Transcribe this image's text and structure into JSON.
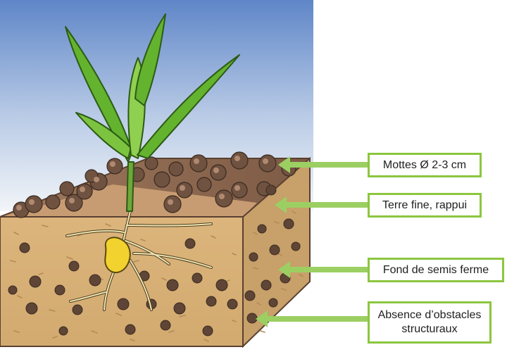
{
  "labels": {
    "mottes": "Mottes Ø 2-3 cm",
    "terre_fine": "Terre fine, rappui",
    "fond_semis": "Fond de semis ferme",
    "absence_line1": "Absence d’obstacles",
    "absence_line2": "structuraux"
  },
  "colors": {
    "sky_top": "#5f86c8",
    "sky_bottom": "#f2f5f8",
    "soil_front": "#d9b47c",
    "soil_side": "#c9a36a",
    "soil_top": "#8c6850",
    "clod": "#6f5240",
    "leaf": "#63b32e",
    "leaf_light": "#8fd050",
    "root": "#efe6b0",
    "seed": "#f2d22e",
    "arrow": "#9ccf62",
    "box_border": "#8cc63f"
  },
  "icons": [
    "green-arrow-icon",
    "soil-clod-icon",
    "seed-icon",
    "seedling-icon"
  ]
}
